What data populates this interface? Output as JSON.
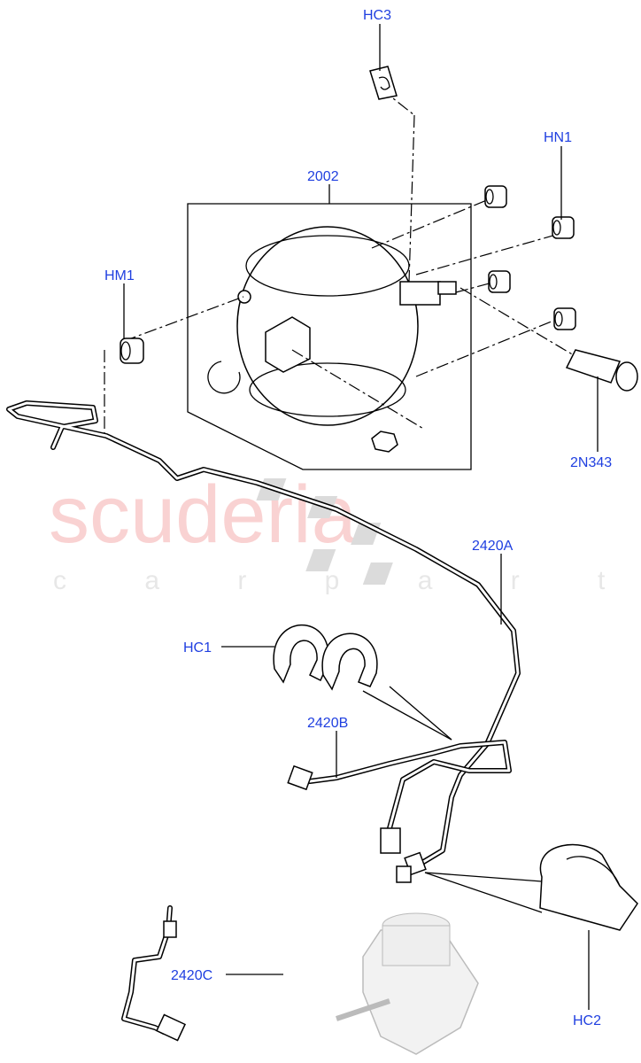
{
  "watermark": {
    "main": "scuderia",
    "sub": "c a r   p a r t s",
    "color": "#f5b5b5"
  },
  "label_color": "#1f3fe0",
  "callouts": {
    "hc3": "HC3",
    "hn1": "HN1",
    "booster": "2002",
    "hm1": "HM1",
    "pin": "2N343",
    "pipe_a": "2420A",
    "hc1": "HC1",
    "pipe_b": "2420B",
    "pipe_c": "2420C",
    "hc2": "HC2"
  }
}
